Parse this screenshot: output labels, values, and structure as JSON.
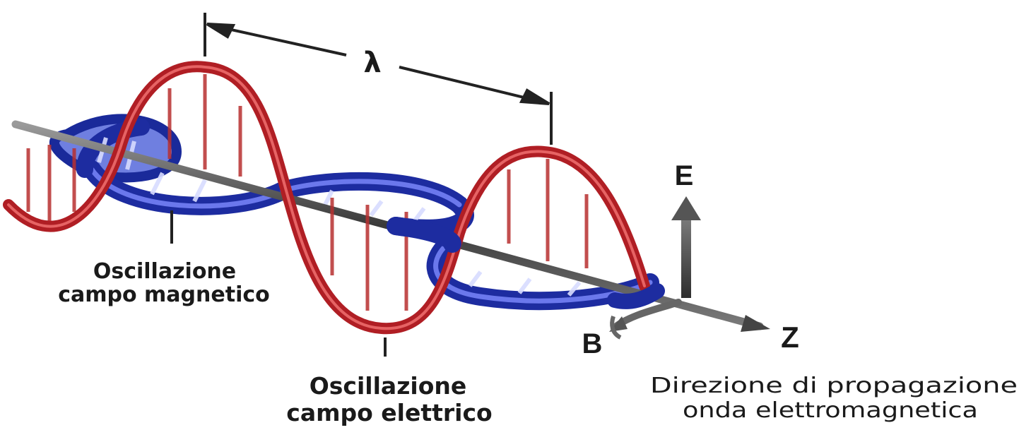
{
  "labels": {
    "wavelength": "λ",
    "magnetic_line1": "Oscillazione",
    "magnetic_line2": "campo magnetico",
    "electric_line1": "Oscillazione",
    "electric_line2": "campo elettrico",
    "axis_e": "E",
    "axis_b": "B",
    "axis_z": "Z",
    "direction_line1": "Direzione di propagazione",
    "direction_line2": "onda elettromagnetica"
  },
  "colors": {
    "electric_wave": "#c8262a",
    "electric_wave_highlight": "#f07070",
    "magnetic_wave": "#2030a8",
    "magnetic_wave_highlight": "#7f8cff",
    "axis": "#555555",
    "text": "#1a1a1a"
  }
}
